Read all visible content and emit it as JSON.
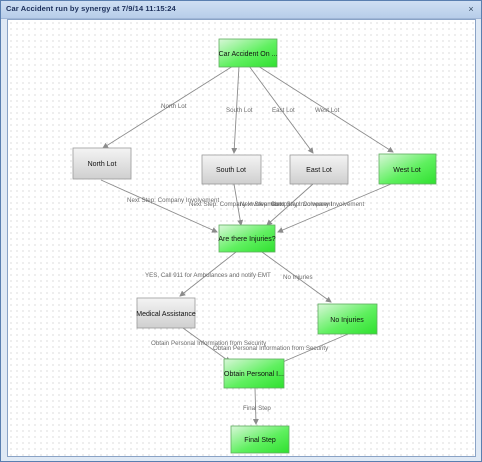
{
  "window": {
    "title": "Car Accident run by synergy at 7/9/14 11:15:24",
    "close_glyph": "×"
  },
  "diagram": {
    "colors": {
      "active_node": "#33ee33",
      "inactive_node": "#d0d0d0",
      "edge": "#8c8c8c"
    },
    "nodes": {
      "start": "Car Accident On ...",
      "north": "North Lot",
      "south": "South Lot",
      "east": "East Lot",
      "west": "West Lot",
      "injuries": "Are there Injuries?",
      "medical": "Medical Assistance",
      "noinjuries": "No Injuries",
      "obtain": "Obtain Personal I...",
      "final": "Final Step"
    },
    "edges": {
      "start_north": "North Lot",
      "start_south": "South Lot",
      "start_east": "East Lot",
      "start_west": "West Lot",
      "north_injuries": "Next Step: Company Involvement",
      "south_injuries": "Next Step: Company Involvement",
      "east_injuries": "Next Step: Company Involvement",
      "west_injuries": "Next Step: Company Involvement",
      "injuries_medical": "YES, Call 911 for Ambulances and notify EMT",
      "injuries_noinjuries": "No Injuries",
      "medical_obtain": "Obtain Personal Information from Security",
      "noinjuries_obtain": "Obtain Personal Information from Security",
      "obtain_final": "Final Step"
    }
  }
}
